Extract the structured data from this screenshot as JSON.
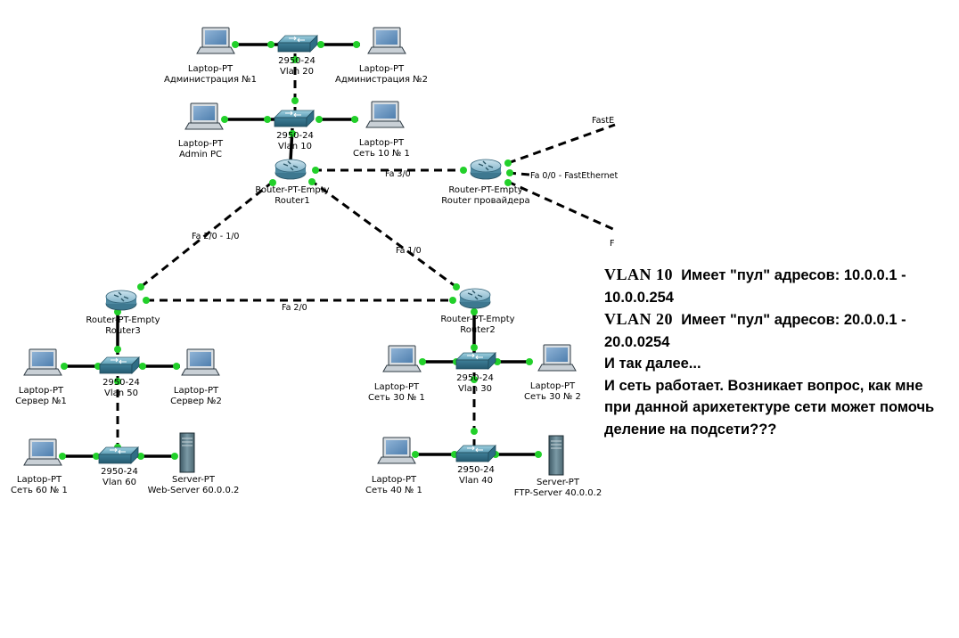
{
  "devices": {
    "sw20": {
      "model": "2950-24",
      "name": "Vlan 20"
    },
    "sw10": {
      "model": "2950-24",
      "name": "Vlan 10"
    },
    "sw50": {
      "model": "2950-24",
      "name": "Vlan 50"
    },
    "sw60": {
      "model": "2950-24",
      "name": "Vlan 60"
    },
    "sw30": {
      "model": "2950-24",
      "name": "Vlan 30"
    },
    "sw40": {
      "model": "2950-24",
      "name": "Vlan 40"
    },
    "r1": {
      "model": "Router-PT-Empty",
      "name": "Router1"
    },
    "r2": {
      "model": "Router-PT-Empty",
      "name": "Router2"
    },
    "r3": {
      "model": "Router-PT-Empty",
      "name": "Router3"
    },
    "rp": {
      "model": "Router-PT-Empty",
      "name": "Router провайдера"
    },
    "adm1": {
      "model": "Laptop-PT",
      "name": "Администрация №1"
    },
    "adm2": {
      "model": "Laptop-PT",
      "name": "Администрация №2"
    },
    "adminpc": {
      "model": "Laptop-PT",
      "name": "Admin PC"
    },
    "net10": {
      "model": "Laptop-PT",
      "name": "Сеть 10 № 1"
    },
    "srv1": {
      "model": "Laptop-PT",
      "name": "Сервер №1"
    },
    "srv2": {
      "model": "Laptop-PT",
      "name": "Сервер №2"
    },
    "net60": {
      "model": "Laptop-PT",
      "name": "Сеть 60 № 1"
    },
    "web": {
      "model": "Server-PT",
      "name": "Web-Server 60.0.0.2"
    },
    "net30a": {
      "model": "Laptop-PT",
      "name": "Сеть 30 № 1"
    },
    "net30b": {
      "model": "Laptop-PT",
      "name": "Сеть 30 № 2"
    },
    "net40": {
      "model": "Laptop-PT",
      "name": "Сеть 40 № 1"
    },
    "ftp": {
      "model": "Server-PT",
      "name": "FTP-Server 40.0.0.2"
    }
  },
  "links": {
    "r1_rp": "Fa 3/0",
    "rp_out_mid": "Fa 0/0 - FastEthernet",
    "rp_out_top": "FastE",
    "rp_out_bottom": "F",
    "r1_r3": "Fa  2/0 - 1/0",
    "r1_r2": "Fa 1/0",
    "r3_r2": "Fa 2/0"
  },
  "notes": {
    "line1_vlan": "VLAN 10",
    "line1_text": "Имеет \"пул\" адресов: 10.0.0.1 - 10.0.0.254",
    "line2_vlan": "VLAN 20",
    "line2_text": "Имеет \"пул\" адресов: 20.0.0.1 - 20.0.0254",
    "line3": "И так далее...",
    "line4": "И сеть работает. Возникает вопрос, как мне при данной арихетектуре сети может помочь деление на подсети???"
  }
}
